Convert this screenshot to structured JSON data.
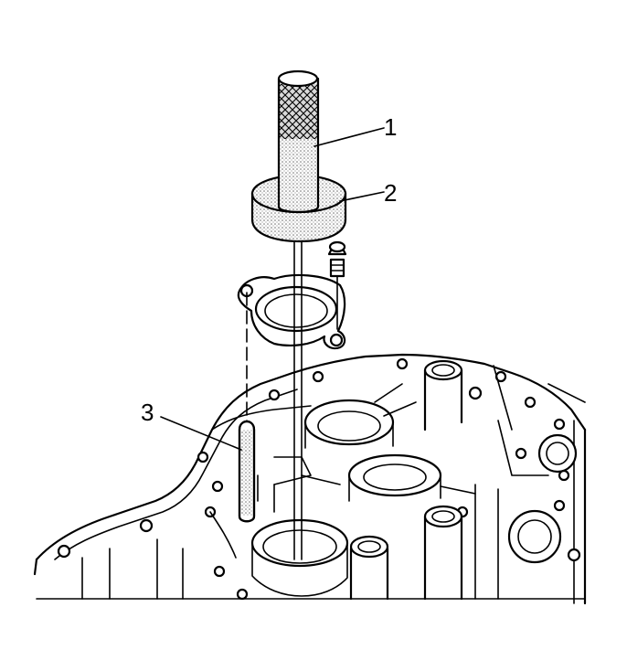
{
  "callouts": {
    "c1": "1",
    "c2": "2",
    "c3": "3"
  },
  "colors": {
    "ink": "#000000",
    "paper": "#ffffff",
    "stipple": "#9a9a9a"
  }
}
